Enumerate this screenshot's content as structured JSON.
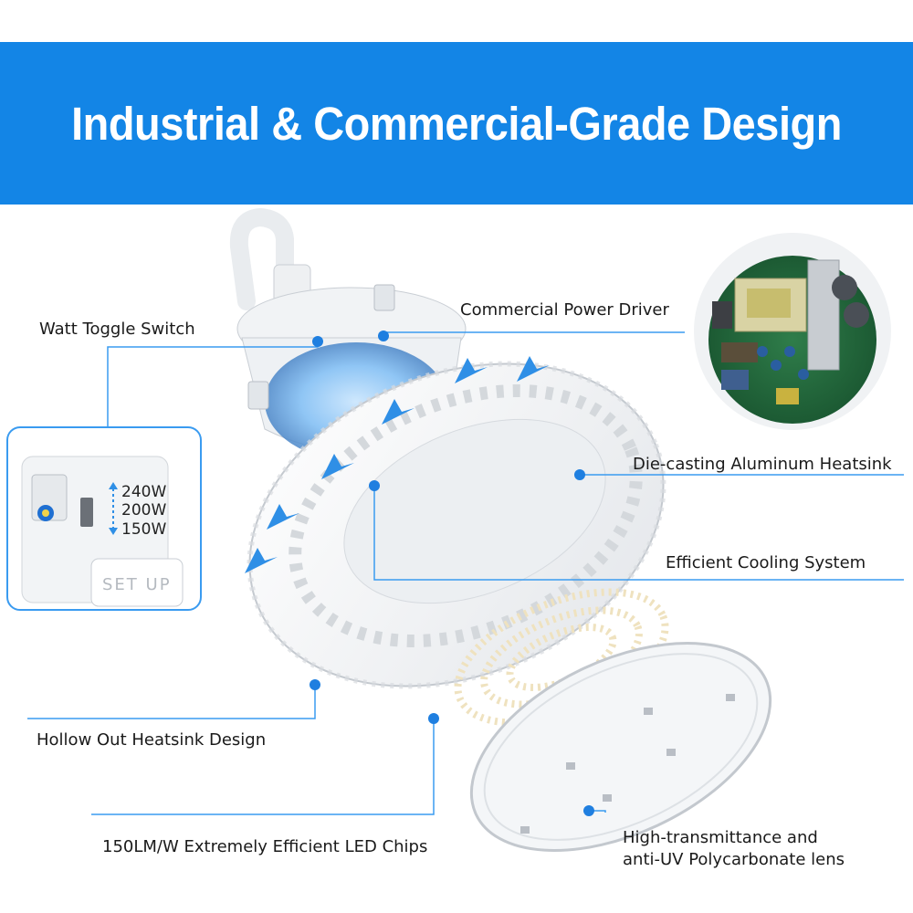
{
  "banner": {
    "title": "Industrial & Commercial-Grade Design",
    "color": "#1385e6"
  },
  "callouts": {
    "watt_toggle": "Watt Toggle Switch",
    "power_driver": "Commercial Power Driver",
    "heatsink": "Die-casting Aluminum Heatsink",
    "cooling": "Efficient Cooling System",
    "hollow": "Hollow Out Heatsink Design",
    "led_chips": "150LM/W Extremely Efficient LED Chips",
    "lens_line1": "High-transmittance and",
    "lens_line2": "anti-UV Polycarbonate lens"
  },
  "switch_inset": {
    "wattages": [
      "240W",
      "200W",
      "150W"
    ],
    "setup_label": "SET UP"
  },
  "colors": {
    "accent_blue": "#1385e6",
    "callout_line": "#3a9bf0",
    "product_white": "#f3f5f7"
  }
}
